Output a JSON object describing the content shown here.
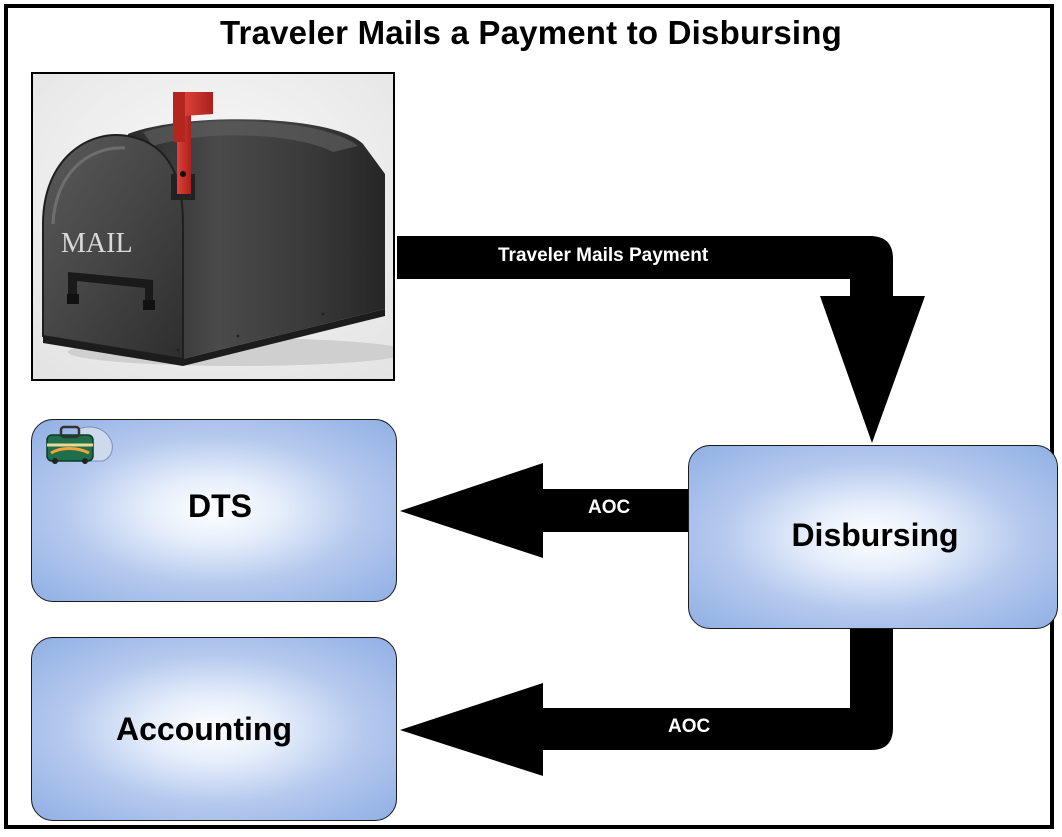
{
  "title": "Traveler Mails a Payment to Disbursing",
  "mailbox": {
    "lettering": "MAIL",
    "colors": {
      "body": "#3c3c3c",
      "flag": "#d2302c"
    }
  },
  "nodes": {
    "dts": {
      "label": "DTS"
    },
    "disbursing": {
      "label": "Disbursing"
    },
    "accounting": {
      "label": "Accounting"
    }
  },
  "arrows": {
    "mail_to_disbursing": {
      "label": "Traveler Mails Payment"
    },
    "disbursing_to_dts": {
      "label": "AOC"
    },
    "disbursing_to_accounting": {
      "label": "AOC"
    }
  },
  "colors": {
    "box_fill_outer": "#8fafe4",
    "box_fill_inner": "#ffffff",
    "arrow": "#000000",
    "arrow_text": "#ffffff"
  },
  "icons": {
    "dts_logo": "travel-luggage-icon",
    "mailbox": "mailbox-icon"
  }
}
